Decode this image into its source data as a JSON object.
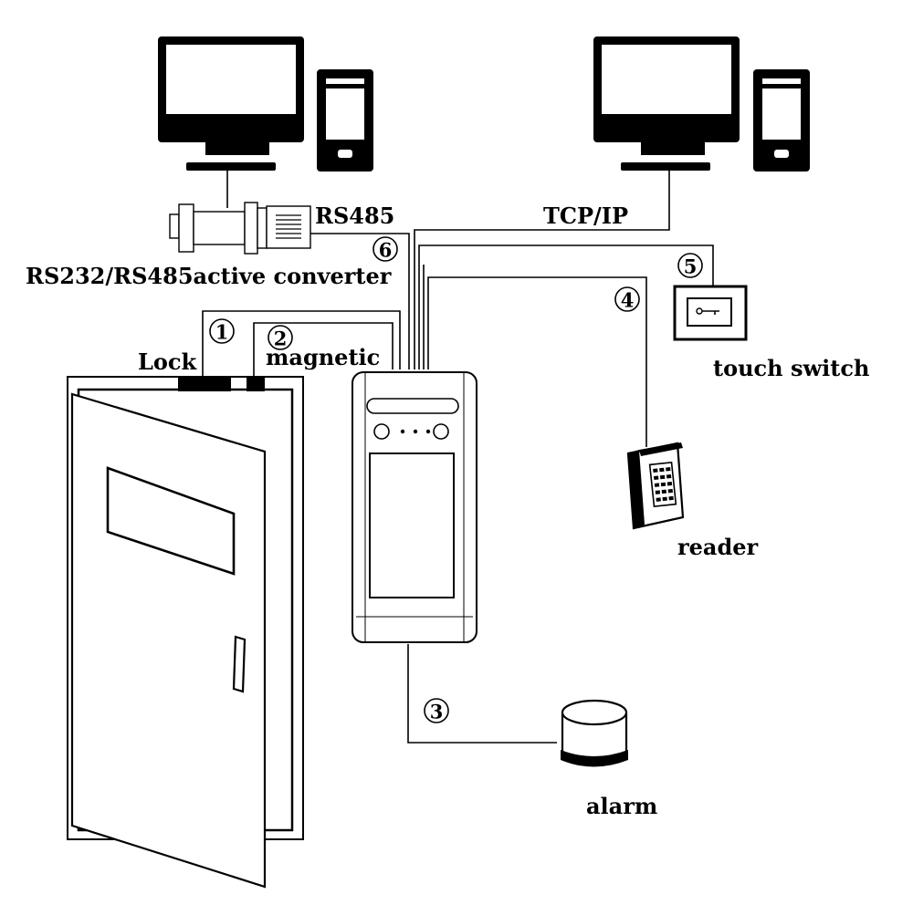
{
  "labels": {
    "rs485": "RS485",
    "tcpip": "TCP/IP",
    "converter": "RS232/RS485active converter",
    "lock": "Lock",
    "magnetic": "magnetic",
    "touch_switch": "touch switch",
    "reader": "reader",
    "alarm": "alarm"
  },
  "markers": {
    "m1": "1",
    "m2": "2",
    "m3": "3",
    "m4": "4",
    "m5": "5",
    "m6": "6"
  }
}
